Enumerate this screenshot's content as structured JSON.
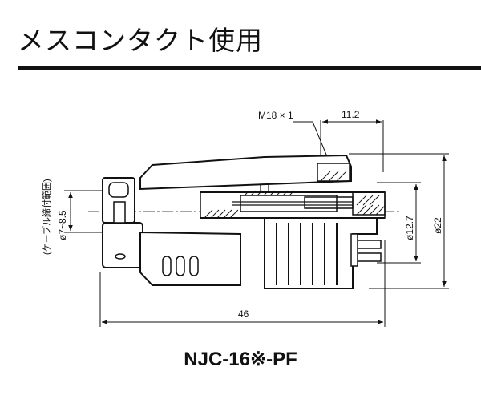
{
  "header": {
    "title": "メスコンタクト使用"
  },
  "drawing": {
    "thread_label": "M18 × 1",
    "dim_thread_length": "11.2",
    "dim_overall_length": "46",
    "dim_inner_diameter": "ø12.7",
    "dim_outer_diameter": "ø22",
    "cable_note": "(ケーブル締付範囲)",
    "cable_range": "ø7~8.5"
  },
  "footer": {
    "model_number": "NJC-16※-PF"
  }
}
